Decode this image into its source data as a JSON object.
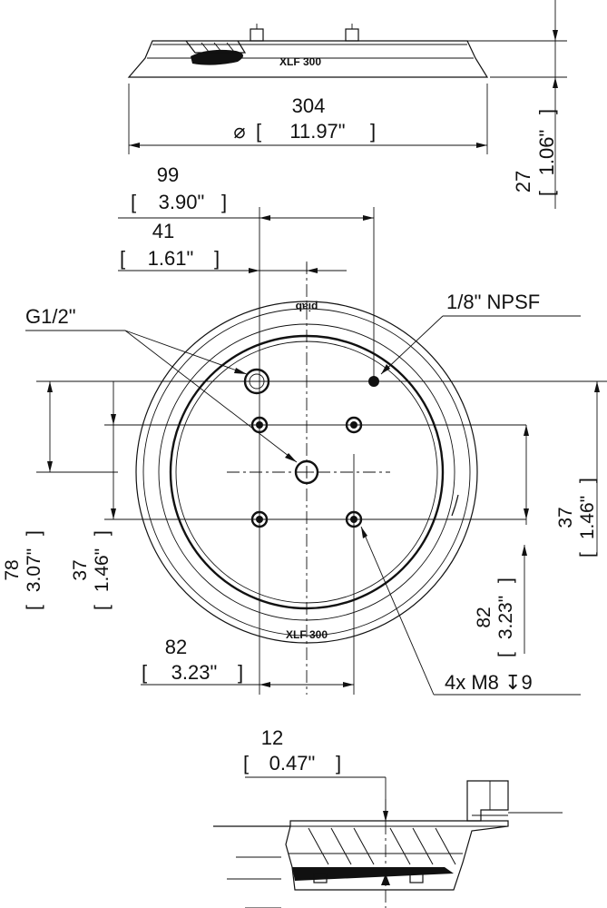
{
  "dimensions": {
    "diameter": {
      "value": "304",
      "symbol": "⌀",
      "imperial": "11.97\""
    },
    "height_total": {
      "value": "27",
      "imperial": "1.06\""
    },
    "dist_99": {
      "value": "99",
      "imperial": "3.90\""
    },
    "dist_41": {
      "value": "41",
      "imperial": "1.61\""
    },
    "dist_78": {
      "value": "78",
      "imperial": "3.07\""
    },
    "dist_37_left": {
      "value": "37",
      "imperial": "1.46\""
    },
    "dist_37_right": {
      "value": "37",
      "imperial": "1.46\""
    },
    "dist_82_right": {
      "value": "82",
      "imperial": "3.23\""
    },
    "dist_82_bottom": {
      "value": "82",
      "imperial": "3.23\""
    },
    "dist_12": {
      "value": "12",
      "imperial": "0.47\""
    }
  },
  "labels": {
    "port_g12": "G1/2\"",
    "port_npsf": "1/8\" NPSF",
    "threads": "4x M8 ↧9"
  },
  "logos": {
    "model_side": "XLF 300",
    "model_top": "XLF 300",
    "brand_top": "piab"
  }
}
